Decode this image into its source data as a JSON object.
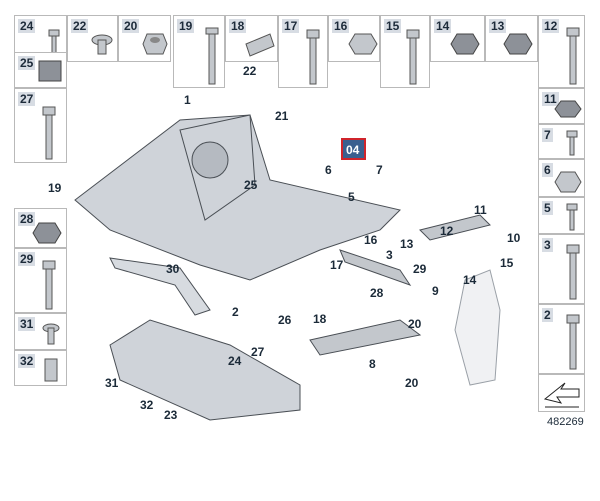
{
  "diagram_id": "482269",
  "highlight": {
    "label": "04",
    "color": "#3a5f8f",
    "border": "#d0242b"
  },
  "top_row": [
    "24",
    "22",
    "20",
    "19",
    "18",
    "17",
    "16",
    "15",
    "14",
    "13",
    "12"
  ],
  "left_col": [
    "25",
    "27",
    "28",
    "29",
    "31",
    "32"
  ],
  "right_col": [
    "11",
    "7",
    "6",
    "5",
    "3",
    "2"
  ],
  "callouts": {
    "c1": "1",
    "c2": "2",
    "c3": "3",
    "c4": "4",
    "c5": "5",
    "c6": "6",
    "c7": "7",
    "c8": "8",
    "c9": "9",
    "c10": "10",
    "c11": "11",
    "c12": "12",
    "c13": "13",
    "c14": "14",
    "c15": "15",
    "c16": "16",
    "c17": "17",
    "c18": "18",
    "c19": "19",
    "c20a": "20",
    "c20b": "20",
    "c21": "21",
    "c22": "22",
    "c23": "23",
    "c24": "24",
    "c25": "25",
    "c26": "26",
    "c27": "27",
    "c28": "28",
    "c29": "29",
    "c30": "30",
    "c31": "31",
    "c32": "32"
  },
  "colors": {
    "part_fill": "#cfd3d9",
    "part_stroke": "#4a4f55",
    "bubble": "#d7dce3"
  }
}
